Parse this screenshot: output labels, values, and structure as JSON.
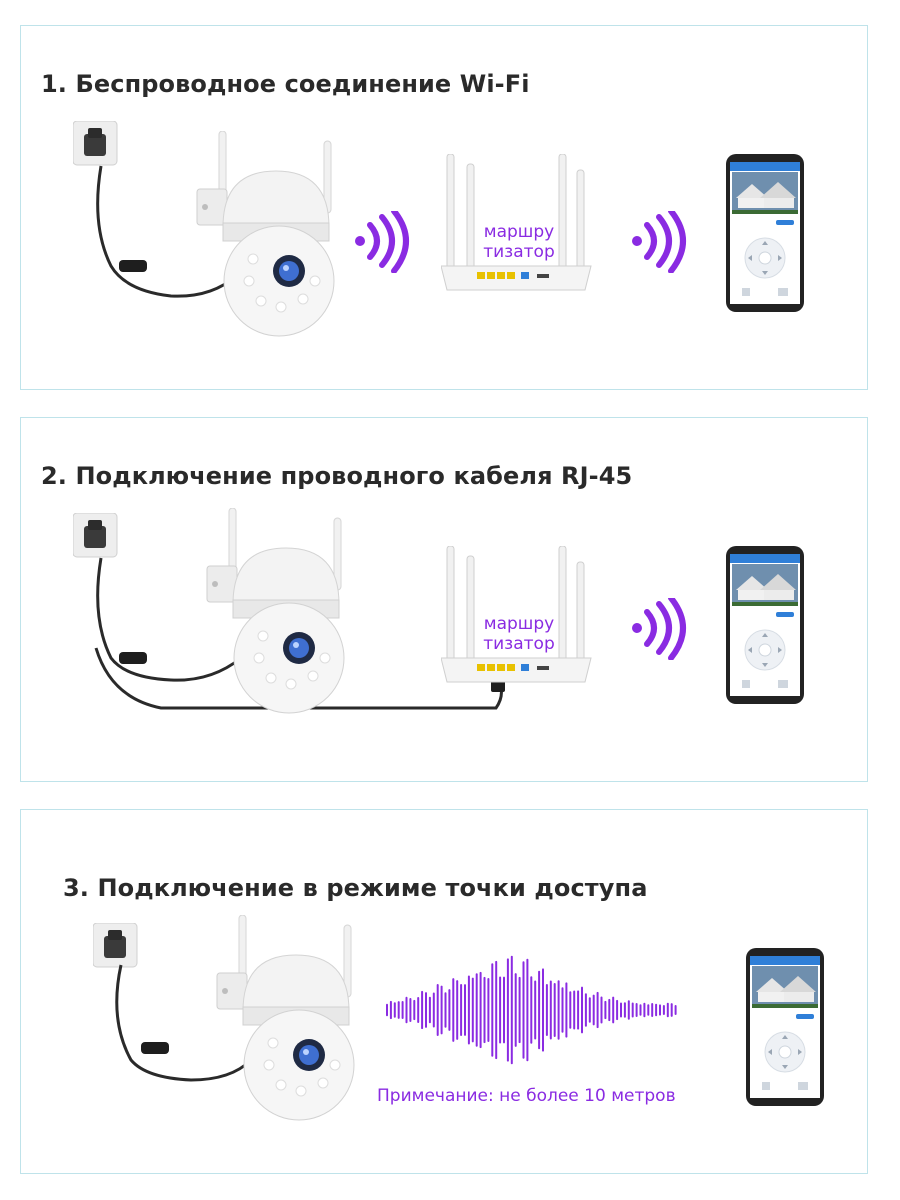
{
  "sections": [
    {
      "title": "1. Беспроводное соединение Wi-Fi",
      "router_label_line1": "маршру",
      "router_label_line2": "тизатор"
    },
    {
      "title": "2. Подключение проводного кабеля RJ-45",
      "router_label_line1": "маршру",
      "router_label_line2": "тизатор"
    },
    {
      "title": "3. Подключение в режиме точки доступа",
      "note": "Примечание: не более 10 метров"
    }
  ],
  "colors": {
    "accent": "#8a2be2",
    "panel_border": "#bfe3ea",
    "title": "#2a2a2a"
  },
  "icons": [
    "power-outlet-icon",
    "ptz-camera-icon",
    "wifi-signal-icon",
    "router-icon",
    "smartphone-app-icon",
    "sound-wave-icon"
  ]
}
